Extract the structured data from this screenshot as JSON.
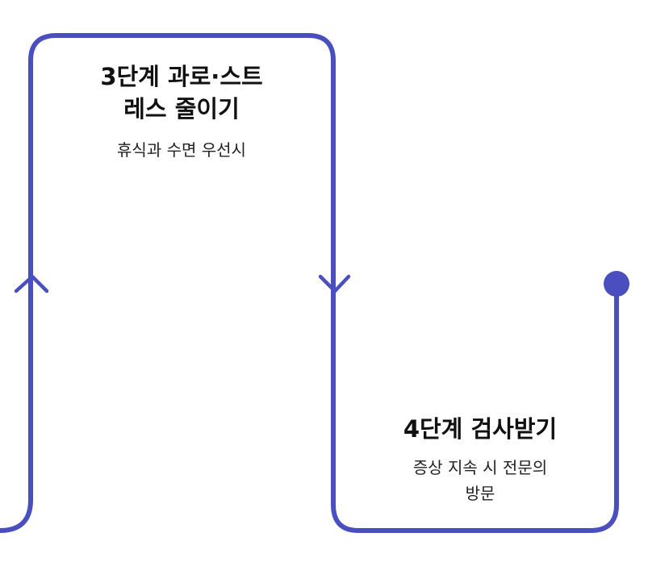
{
  "diagram": {
    "accent_color": "#4A4FBF",
    "steps": [
      {
        "title": "3단계 과로·스트\n레스 줄이기",
        "title_lines": [
          "3단계 과로·스트",
          "레스 줄이기"
        ],
        "description": "휴식과 수면 우선시"
      },
      {
        "title": "4단계 검사받기",
        "description_lines": [
          "증상 지속 시 전문의",
          "방문"
        ]
      }
    ]
  }
}
